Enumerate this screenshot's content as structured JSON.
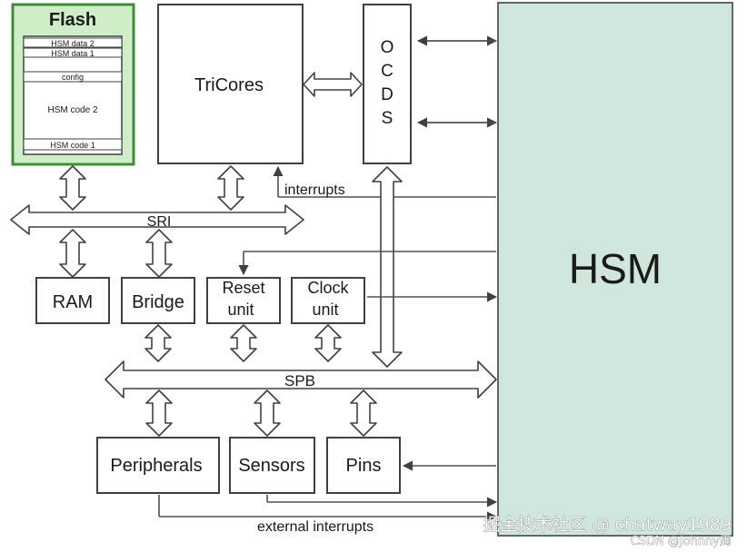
{
  "flash": {
    "title": "Flash",
    "rows": [
      "HSM data 2",
      "HSM data 1",
      "config",
      "HSM code 2",
      "HSM code 1"
    ]
  },
  "blocks": {
    "tricores": "TriCores",
    "ocds": [
      "O",
      "C",
      "D",
      "S"
    ],
    "hsm": "HSM",
    "ram": "RAM",
    "bridge": "Bridge",
    "reset": [
      "Reset",
      "unit"
    ],
    "clock": [
      "Clock",
      "unit"
    ],
    "peripherals": "Peripherals",
    "sensors": "Sensors",
    "pins": "Pins"
  },
  "buses": {
    "sri": "SRI",
    "spb": "SPB"
  },
  "signals": {
    "interrupts": "interrupts",
    "external_interrupts": "external interrupts"
  },
  "watermark": {
    "line1": "掘金技术社区 @ chatway1989",
    "line2": "CSDN @Johnny周"
  },
  "colors": {
    "flash_fill": "#cfeec7",
    "flash_border": "#3d8f35",
    "hsm_fill": "#cfe6dd"
  }
}
